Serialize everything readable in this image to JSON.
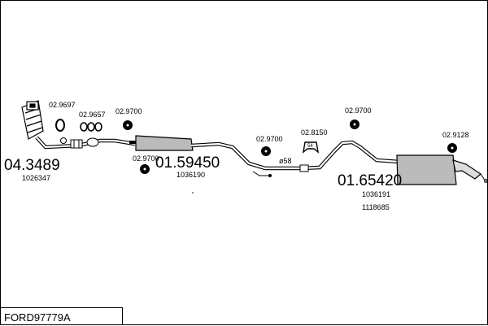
{
  "parts": {
    "front_pipe_number": "04.3489",
    "front_pipe_ref": "1026347",
    "middle_silencer_number": "01.59450",
    "middle_silencer_ref": "1036190",
    "rear_silencer_number": "01.65420",
    "rear_silencer_ref_1": "1036191",
    "rear_silencer_ref_2": "1118685"
  },
  "accessories": {
    "ring_top_left": "02.9697",
    "clamp_left": "02.9657",
    "hanger_mid_top": "02.9700",
    "hanger_mid_low": "02.9700",
    "hanger_center": "02.9700",
    "bracket_center": "02.8150",
    "hanger_right": "02.9700",
    "hanger_far_right": "02.9128"
  },
  "diameter_label": "ø58",
  "bracket_badge": "54",
  "footer": {
    "code": "FORD97779A"
  }
}
